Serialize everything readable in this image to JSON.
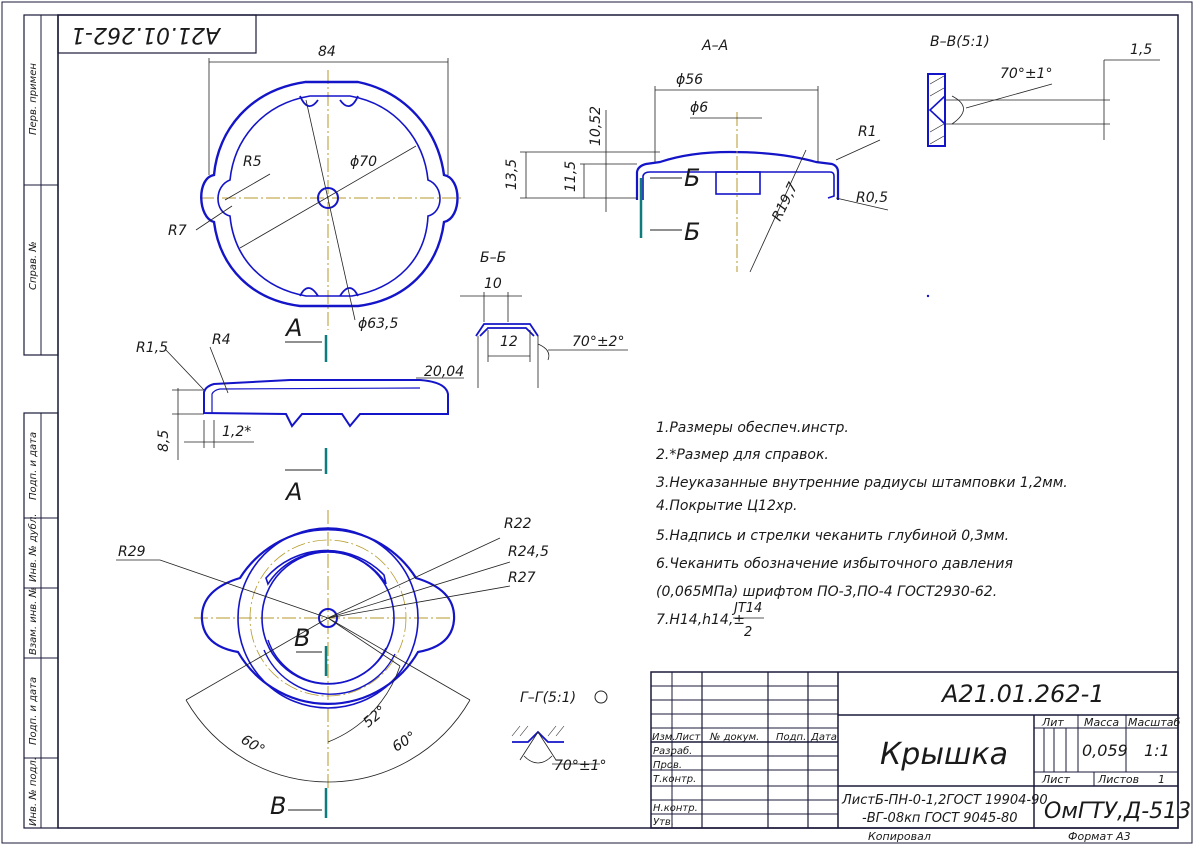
{
  "drawing": {
    "top_code": "А21.01.262-1",
    "side_labels": {
      "perv_primen": "Перв. примен",
      "sprav_no": "Справ. №",
      "podp_data_1": "Подп. и дата",
      "inv_dubl": "Инв. № дубл.",
      "vzam_inv": "Взам. инв. №",
      "podp_data_2": "Подп. и дата",
      "inv_podl": "Инв. № подл."
    }
  },
  "views": {
    "top_view": {
      "dim_84": "84",
      "dim_phi70": "ϕ70",
      "dim_r5": "R5",
      "dim_r7": "R7",
      "dim_phi635": "ϕ63,5"
    },
    "section_aa": {
      "title": "А–А",
      "dim_phi56": "ϕ56",
      "dim_phi6": "ϕ6",
      "dim_1052": "10,52",
      "dim_135": "13,5",
      "dim_115": "11,5",
      "dim_r1": "R1",
      "dim_r197": "R19,7",
      "dim_r05": "R0,5",
      "cut_b_top": "Б",
      "cut_b_bottom": "Б"
    },
    "section_vv": {
      "title": "В–В(5:1)",
      "angle": "70°±1°",
      "dim_15": "1,5"
    },
    "section_bb": {
      "title": "Б–Б",
      "dim_10": "10",
      "dim_12": "12",
      "angle": "70°±2°"
    },
    "side_view": {
      "dim_r15": "R1,5",
      "dim_r4": "R4",
      "dim_2004": "20,04",
      "dim_85": "8,5",
      "dim_12star": "1,2*",
      "cut_a_top": "А",
      "cut_a_bottom": "А"
    },
    "bottom_view": {
      "dim_r22": "R22",
      "dim_r245": "R24,5",
      "dim_r27": "R27",
      "dim_r29": "R29",
      "angle_60a": "60°",
      "angle_52": "52°",
      "angle_60b": "60°",
      "cut_v_top": "В",
      "cut_v_bottom": "В"
    },
    "section_gg": {
      "title": "Г–Г(5:1)",
      "angle": "70°±1°"
    }
  },
  "notes": [
    "1.Размеры обеспеч.инстр.",
    "2.*Размер для справок.",
    "3.Неуказанные внутренние радиусы штамповки 1,2мм.",
    "4.Покрытие Ц12хр.",
    "5.Надпись и стрелки чеканить глубиной  0,3мм.",
    "6.Чеканить обозначение избыточного давления",
    "(0,065МПа) шрифтом ПО-3,ПО-4  ГОСТ2930-62.",
    "7.H14,h14,±"
  ],
  "tolerance_fraction": {
    "num": "JT14",
    "den": "2"
  },
  "title_block": {
    "designation": "А21.01.262-1",
    "name": "Крышка",
    "material_line1": "ЛистБ-ПН-0-1,2ГОСТ 19904-90",
    "material_line2": "-ВГ-08кп ГОСТ 9045-80",
    "organization": "ОмГТУ,Д-513",
    "col_lit": "Лит",
    "col_massa": "Масса",
    "col_masshtab": "Масштаб",
    "massa": "0,059",
    "masshtab": "1:1",
    "list_label": "Лист",
    "listov_label": "Листов",
    "listov_value": "1",
    "rows": {
      "izm": "Изм.",
      "list": "Лист",
      "doc": "№ докум.",
      "podp": "Подп.",
      "data": "Дата",
      "razrab": "Разраб.",
      "prov": "Пров.",
      "tkontr": "Т.контр.",
      "nkontr": "Н.контр.",
      "utv": "Утв."
    },
    "kopiroval": "Копировал",
    "format": "Формат   А3"
  },
  "colors": {
    "outline": "#1414c8",
    "frame": "#1a1a3a",
    "dim": "#222222",
    "axis": "#b59a2a",
    "cut": "#0e7c7c"
  }
}
